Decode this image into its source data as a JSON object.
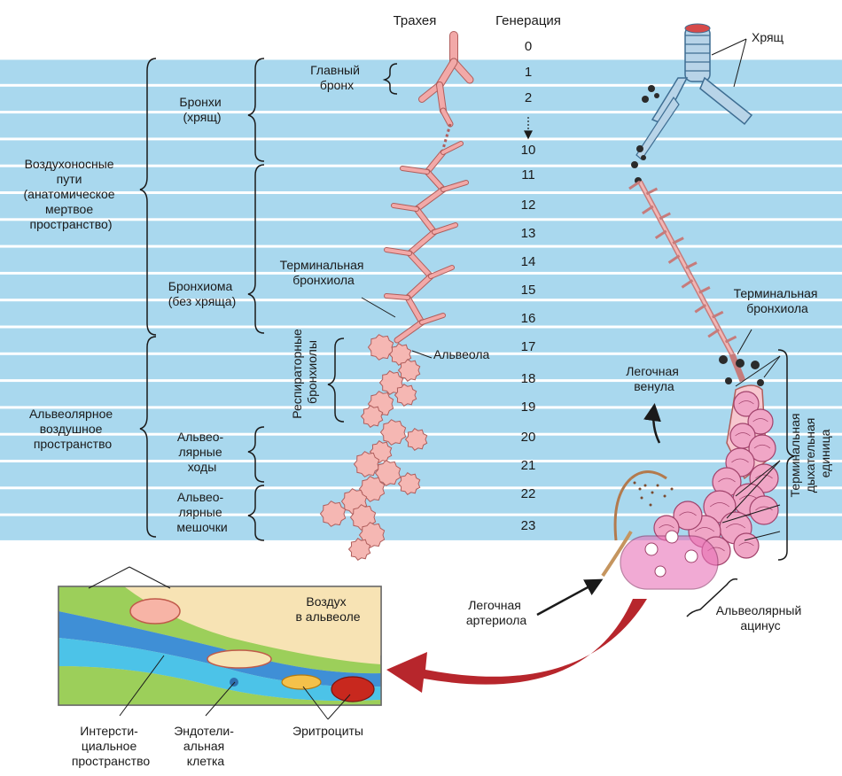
{
  "header": {
    "trachea": "Трахея",
    "generation": "Генерация",
    "cartilage_top": "Хрящ"
  },
  "generations": [
    "0",
    "1",
    "2",
    "10",
    "11",
    "12",
    "13",
    "14",
    "15",
    "16",
    "17",
    "18",
    "19",
    "20",
    "21",
    "22",
    "23"
  ],
  "zones": {
    "airways": [
      "Воздухоносные",
      "пути",
      "(анатомическое",
      "мертвое",
      "пространство)"
    ],
    "alveolar_space": [
      "Альвеолярное",
      "воздушное",
      "пространство"
    ]
  },
  "subzones": {
    "bronchi": [
      "Бронхи",
      "(хрящ)"
    ],
    "bronchioles": [
      "Бронхиома",
      "(без хряща)"
    ],
    "alveolar_ducts": [
      "Альвео-",
      "лярные",
      "ходы"
    ],
    "alveolar_sacs": [
      "Альвео-",
      "лярные",
      "мешочки"
    ]
  },
  "labels": {
    "main_bronchus": [
      "Главный",
      "бронх"
    ],
    "terminal_bronchiole_left": [
      "Терминальная",
      "бронхиола"
    ],
    "respiratory_bronchioles": [
      "Респираторные",
      "бронхиолы"
    ],
    "alveolus": "Альвеола",
    "terminal_bronchiole_right": [
      "Терминальная",
      "бронхиола"
    ],
    "pulmonary_venule": [
      "Легочная",
      "венула"
    ],
    "terminal_respiratory_unit": [
      "Терминальная",
      "дыхательная",
      "единица"
    ],
    "pulmonary_arteriole": [
      "Легочная",
      "артериола"
    ],
    "alveolar_acinus": [
      "Альвеолярный",
      "ацинус"
    ],
    "air_in_alveolus": [
      "Воздух",
      "в альвеоле"
    ],
    "interstitial_space": [
      "Интерсти-",
      "циальное",
      "пространство"
    ],
    "endothelial_cell": [
      "Эндотели-",
      "альная",
      "клетка"
    ],
    "erythrocytes": "Эритроциты"
  },
  "colors": {
    "band": "#a9d8ee",
    "airway": "#f2a9a8",
    "airway_stroke": "#b05e5c",
    "alveoli": "#f0a6c6",
    "tree_blue": "#8fb7d6",
    "arrow": "#b7262c"
  }
}
